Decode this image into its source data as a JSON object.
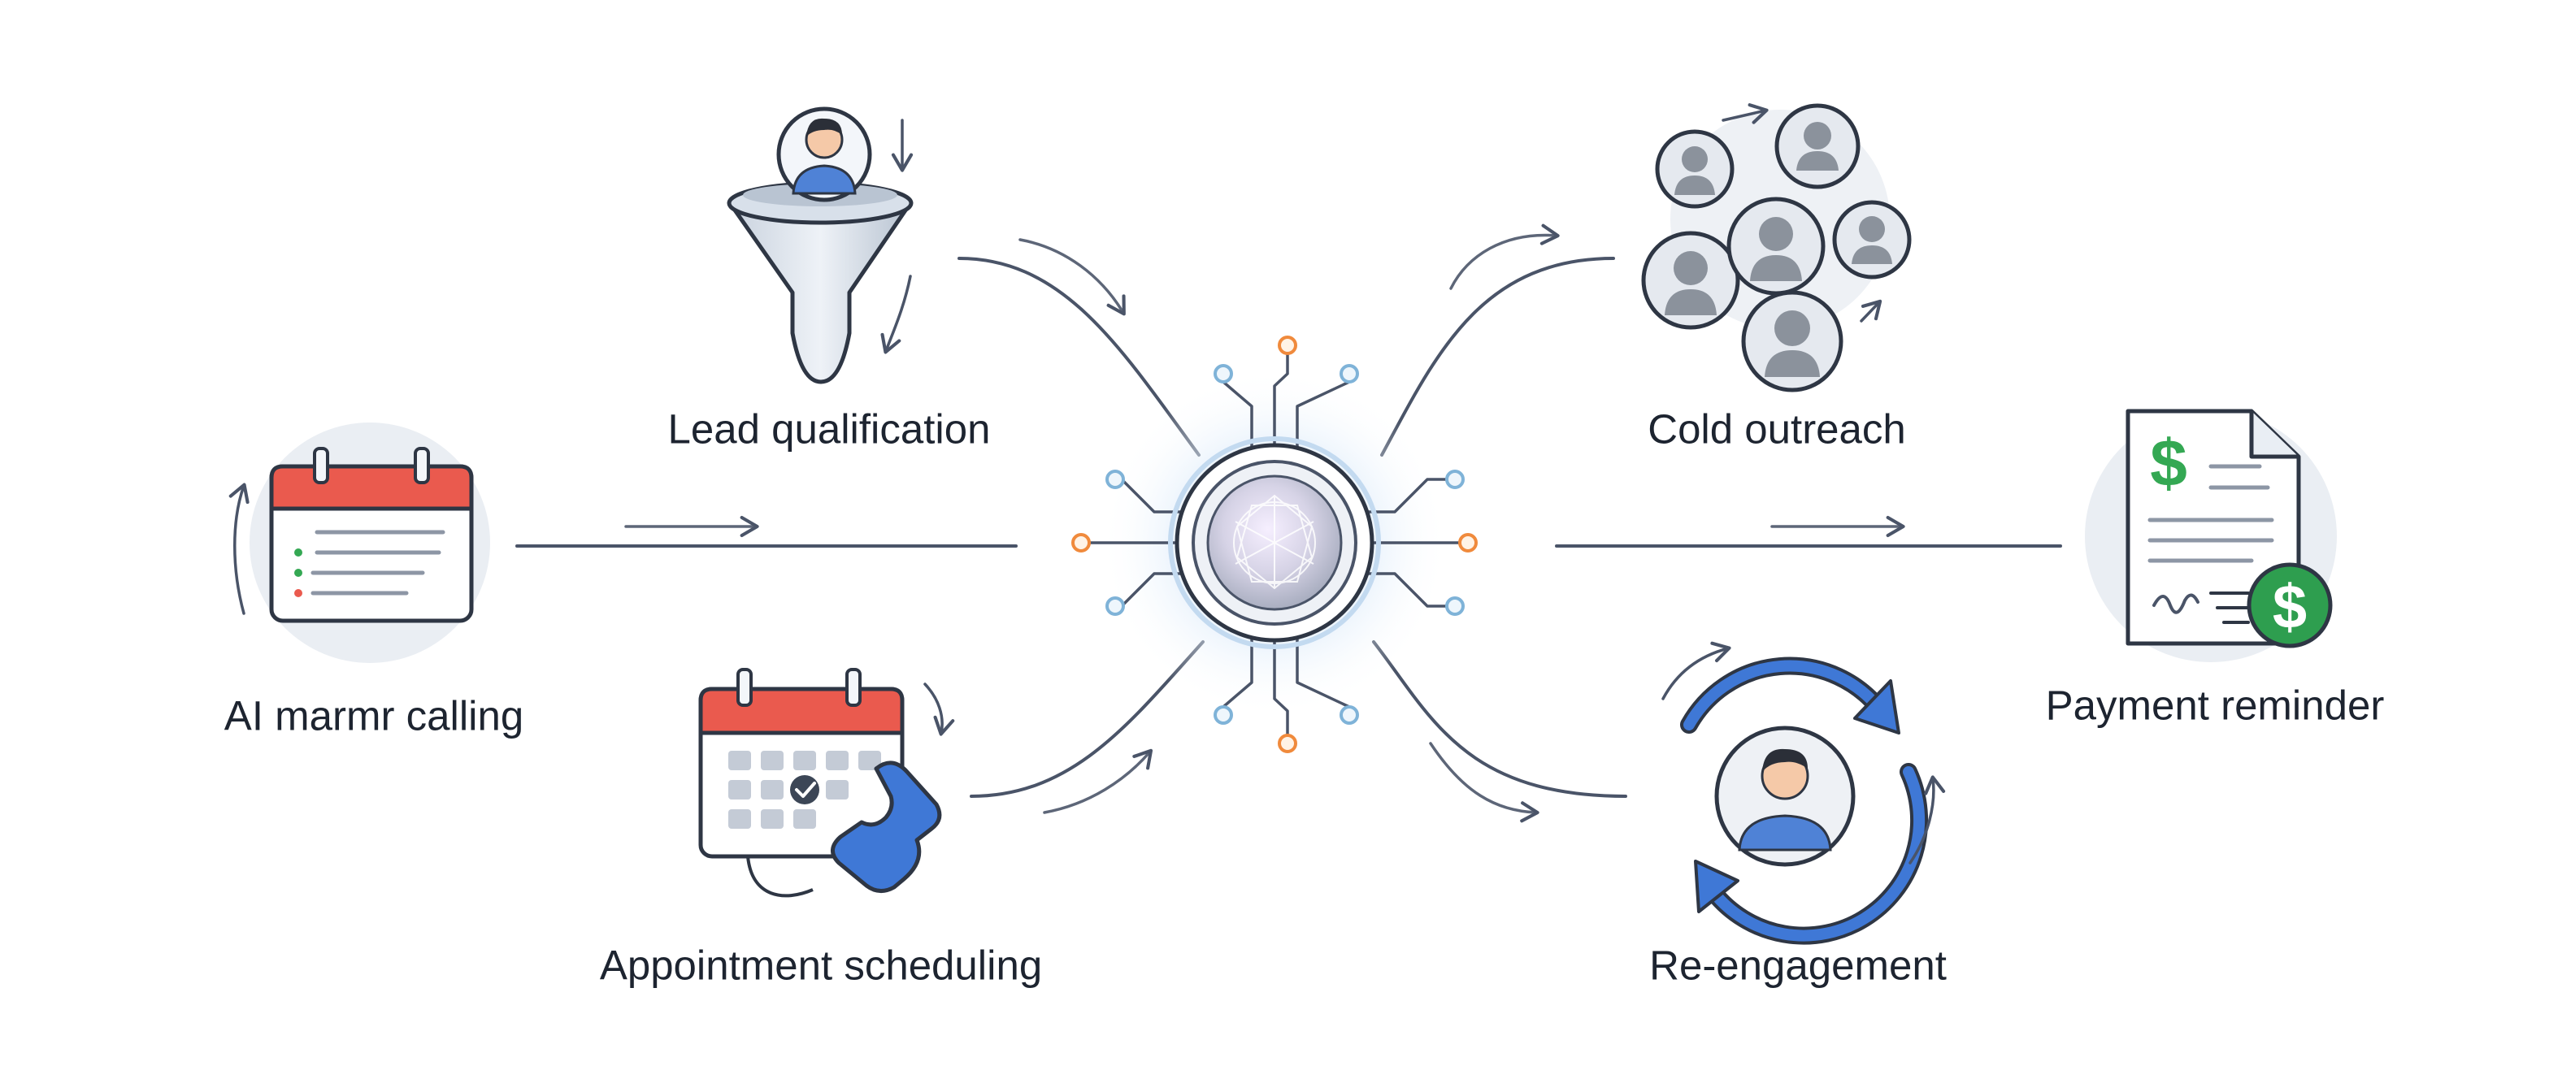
{
  "labels": {
    "lead_qualification": "Lead qualification",
    "cold_outreach": "Cold outreach",
    "ai_calling": "AI marmr calling",
    "payment_reminder": "Payment reminder",
    "appointment_scheduling": "Appointment scheduling",
    "re_engagement": "Re-engagement"
  },
  "icons": {
    "hub": "ai-core-icon",
    "lead_qualification": "funnel-person-icon",
    "cold_outreach": "people-network-icon",
    "ai_calling": "calendar-list-icon",
    "payment_reminder": "invoice-dollar-icon",
    "appointment_scheduling": "calendar-phone-icon",
    "re_engagement": "person-refresh-icon"
  },
  "colors": {
    "line": "#4a5468",
    "accent_red": "#ea5a4e",
    "accent_blue": "#3b78d8",
    "accent_green": "#34a853",
    "node_orange": "#f08a3c",
    "node_blue": "#7fb3d8",
    "icon_gray": "#6b7280"
  }
}
